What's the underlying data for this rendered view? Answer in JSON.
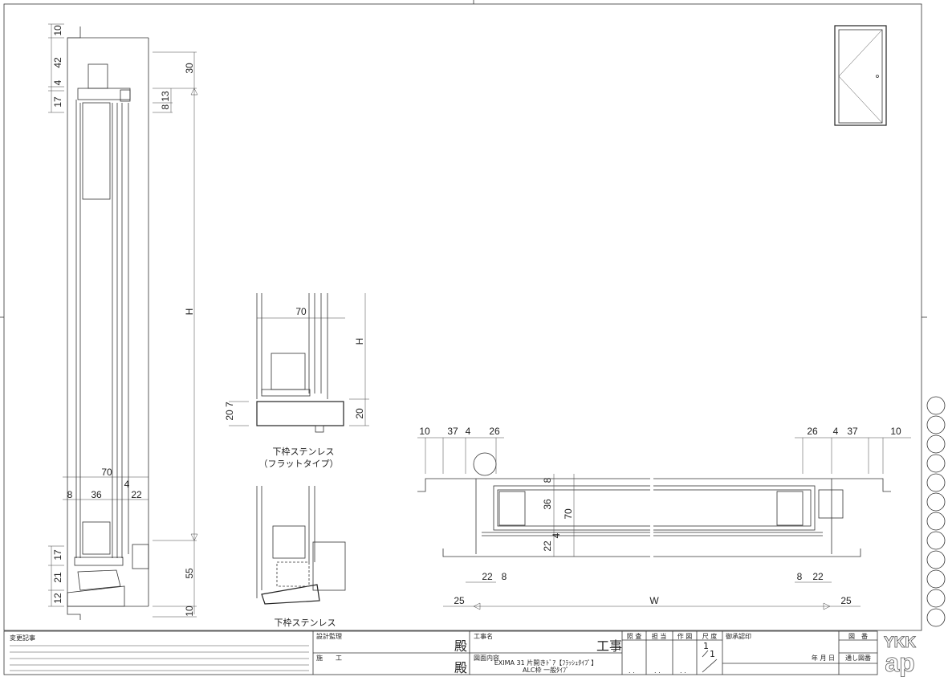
{
  "left_section": {
    "dims_left_top": [
      "10",
      "42",
      "4",
      "17"
    ],
    "dims_right_top": [
      "30",
      "8 13"
    ],
    "height_label": "H",
    "dims_bottom_width": {
      "total": "70",
      "a": "8",
      "b": "36",
      "c": "4",
      "d": "22"
    },
    "dims_left_bottom": [
      "17",
      "21",
      "12"
    ],
    "dims_right_bottom": [
      "55",
      "10"
    ]
  },
  "middle_section": {
    "width": "70",
    "height_label": "H",
    "dim_left": "20 7",
    "dim_right": "20",
    "caption_flat_1": "下枠ステンレス",
    "caption_flat_2": "（フラットタイプ）",
    "caption_lower": "下枠ステンレス"
  },
  "plan_section": {
    "top_left": [
      "10",
      "37",
      "4",
      "26"
    ],
    "top_right": [
      "26",
      "4",
      "37",
      "10"
    ],
    "vertical": [
      "8",
      "36",
      "70",
      "22",
      "4"
    ],
    "bottom_left": [
      "22",
      "8"
    ],
    "bottom_right": [
      "8",
      "22"
    ],
    "overall": [
      "25",
      "W",
      "25"
    ]
  },
  "title_block": {
    "revision_label": "変更記事",
    "design_supervision": "設計監理",
    "construction": "施　　工",
    "honorific": "殿",
    "project_name_label": "工事名",
    "project_suffix": "工事",
    "drawing_content_label": "図面内容",
    "drawing_content_1": "EXIMA 31 片開きﾄﾞｱ【ﾌﾗｯｼｭﾀｲﾌﾟ】",
    "drawing_content_2": "ALC枠 一般ﾀｲﾌﾟ",
    "check": "照 査",
    "in_charge": "担 当",
    "drafted": "作 図",
    "scale_label": "尺 度",
    "scale_num": "1",
    "scale_den": "1",
    "approval": "御承認印",
    "date": "年 月 日",
    "drawing_number": "図　番",
    "serial_number": "通し図番",
    "dots": ". .",
    "logo_1": "YKK",
    "logo_2": "ap"
  }
}
